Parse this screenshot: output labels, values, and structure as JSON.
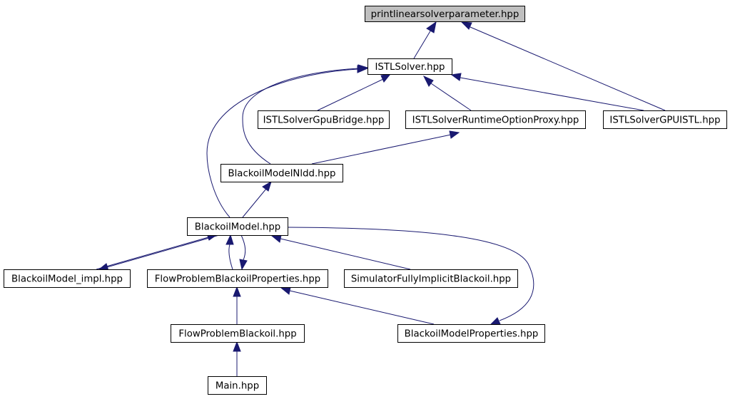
{
  "graph": {
    "nodes": [
      {
        "id": "printlinearsolverparameter",
        "label": "printlinearsolverparameter.hpp",
        "root": true
      },
      {
        "id": "istlsolver",
        "label": "ISTLSolver.hpp"
      },
      {
        "id": "istlsolvergpubridge",
        "label": "ISTLSolverGpuBridge.hpp"
      },
      {
        "id": "istlsolverruntimeoptionproxy",
        "label": "ISTLSolverRuntimeOptionProxy.hpp"
      },
      {
        "id": "istlsolvergpuistl",
        "label": "ISTLSolverGPUISTL.hpp"
      },
      {
        "id": "blackoilmodelnldd",
        "label": "BlackoilModelNldd.hpp"
      },
      {
        "id": "blackoilmodel",
        "label": "BlackoilModel.hpp"
      },
      {
        "id": "blackoilmodel-impl",
        "label": "BlackoilModel_impl.hpp"
      },
      {
        "id": "flowproblemblackoilproperties",
        "label": "FlowProblemBlackoilProperties.hpp"
      },
      {
        "id": "simulatorfullyimplicitblackoil",
        "label": "SimulatorFullyImplicitBlackoil.hpp"
      },
      {
        "id": "flowproblemblackoil",
        "label": "FlowProblemBlackoil.hpp"
      },
      {
        "id": "blackoilmodelproperties",
        "label": "BlackoilModelProperties.hpp"
      },
      {
        "id": "main",
        "label": "Main.hpp"
      }
    ],
    "edges": [
      {
        "from": "istlsolver",
        "to": "printlinearsolverparameter"
      },
      {
        "from": "istlsolvergpuistl",
        "to": "printlinearsolverparameter"
      },
      {
        "from": "istlsolvergpubridge",
        "to": "istlsolver"
      },
      {
        "from": "istlsolverruntimeoptionproxy",
        "to": "istlsolver"
      },
      {
        "from": "istlsolvergpuistl",
        "to": "istlsolver"
      },
      {
        "from": "blackoilmodelnldd",
        "to": "istlsolver"
      },
      {
        "from": "blackoilmodel",
        "to": "istlsolver"
      },
      {
        "from": "blackoilmodelnldd",
        "to": "istlsolverruntimeoptionproxy"
      },
      {
        "from": "blackoilmodel",
        "to": "blackoilmodelnldd"
      },
      {
        "from": "blackoilmodel-impl",
        "to": "blackoilmodel"
      },
      {
        "from": "blackoilmodel",
        "to": "blackoilmodel-impl"
      },
      {
        "from": "flowproblemblackoilproperties",
        "to": "blackoilmodel"
      },
      {
        "from": "blackoilmodel",
        "to": "flowproblemblackoilproperties"
      },
      {
        "from": "simulatorfullyimplicitblackoil",
        "to": "blackoilmodel"
      },
      {
        "from": "blackoilmodel",
        "to": "blackoilmodelproperties"
      },
      {
        "from": "flowproblemblackoil",
        "to": "flowproblemblackoilproperties"
      },
      {
        "from": "blackoilmodelproperties",
        "to": "flowproblemblackoilproperties"
      },
      {
        "from": "main",
        "to": "flowproblemblackoil"
      }
    ]
  },
  "colors": {
    "edge": "#191970",
    "root_fill": "#bfbfbf",
    "node_fill": "#ffffff",
    "node_border": "#000000"
  }
}
